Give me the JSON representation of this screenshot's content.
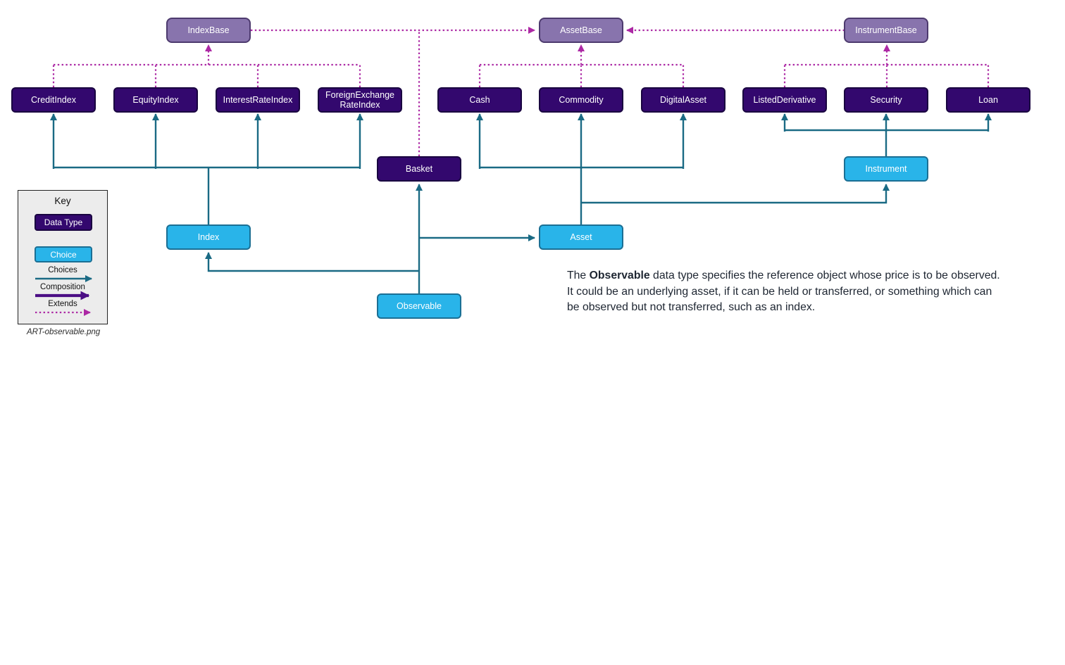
{
  "nodes": {
    "index_base": "IndexBase",
    "asset_base": "AssetBase",
    "instrument_base": "InstrumentBase",
    "credit_index": "CreditIndex",
    "equity_index": "EquityIndex",
    "interest_rate_index": "InterestRateIndex",
    "fx_line1": "ForeignExchange",
    "fx_line2": "RateIndex",
    "cash": "Cash",
    "commodity": "Commodity",
    "digital_asset": "DigitalAsset",
    "listed_derivative": "ListedDerivative",
    "security": "Security",
    "loan": "Loan",
    "basket": "Basket",
    "instrument": "Instrument",
    "index": "Index",
    "asset": "Asset",
    "observable": "Observable"
  },
  "key": {
    "title": "Key",
    "data_type_label": "Data Type",
    "choice_label": "Choice",
    "choices_label": "Choices",
    "composition_label": "Composition",
    "extends_label": "Extends"
  },
  "caption": "ART-observable.png",
  "description": {
    "prefix": "The ",
    "bold": "Observable",
    "rest": " data type specifies the reference object whose price is to be observed. It could be an underlying asset, if it can be held or transferred, or something which can be observed but not transferred, such as an index."
  },
  "colors": {
    "base_fill": "#8874ad",
    "data_type_fill": "#33086e",
    "choice_fill": "#29b4e9",
    "choices_arrow": "#1a6a84",
    "composition_arrow": "#4b0e85",
    "extends_arrow": "#ac28a4"
  },
  "relationships": {
    "extends": [
      {
        "from": "CreditIndex",
        "to": "IndexBase"
      },
      {
        "from": "EquityIndex",
        "to": "IndexBase"
      },
      {
        "from": "InterestRateIndex",
        "to": "IndexBase"
      },
      {
        "from": "ForeignExchangeRateIndex",
        "to": "IndexBase"
      },
      {
        "from": "IndexBase",
        "to": "AssetBase"
      },
      {
        "from": "Basket",
        "to": "AssetBase"
      },
      {
        "from": "Cash",
        "to": "AssetBase"
      },
      {
        "from": "Commodity",
        "to": "AssetBase"
      },
      {
        "from": "DigitalAsset",
        "to": "AssetBase"
      },
      {
        "from": "InstrumentBase",
        "to": "AssetBase"
      },
      {
        "from": "ListedDerivative",
        "to": "InstrumentBase"
      },
      {
        "from": "Security",
        "to": "InstrumentBase"
      },
      {
        "from": "Loan",
        "to": "InstrumentBase"
      }
    ],
    "choices": [
      {
        "choice": "Index",
        "options": [
          "CreditIndex",
          "EquityIndex",
          "InterestRateIndex",
          "ForeignExchangeRateIndex"
        ]
      },
      {
        "choice": "Asset",
        "options": [
          "Cash",
          "Commodity",
          "DigitalAsset",
          "Instrument"
        ]
      },
      {
        "choice": "Instrument",
        "options": [
          "ListedDerivative",
          "Security",
          "Loan"
        ]
      },
      {
        "choice": "Observable",
        "options": [
          "Asset",
          "Basket",
          "Index"
        ]
      }
    ]
  }
}
